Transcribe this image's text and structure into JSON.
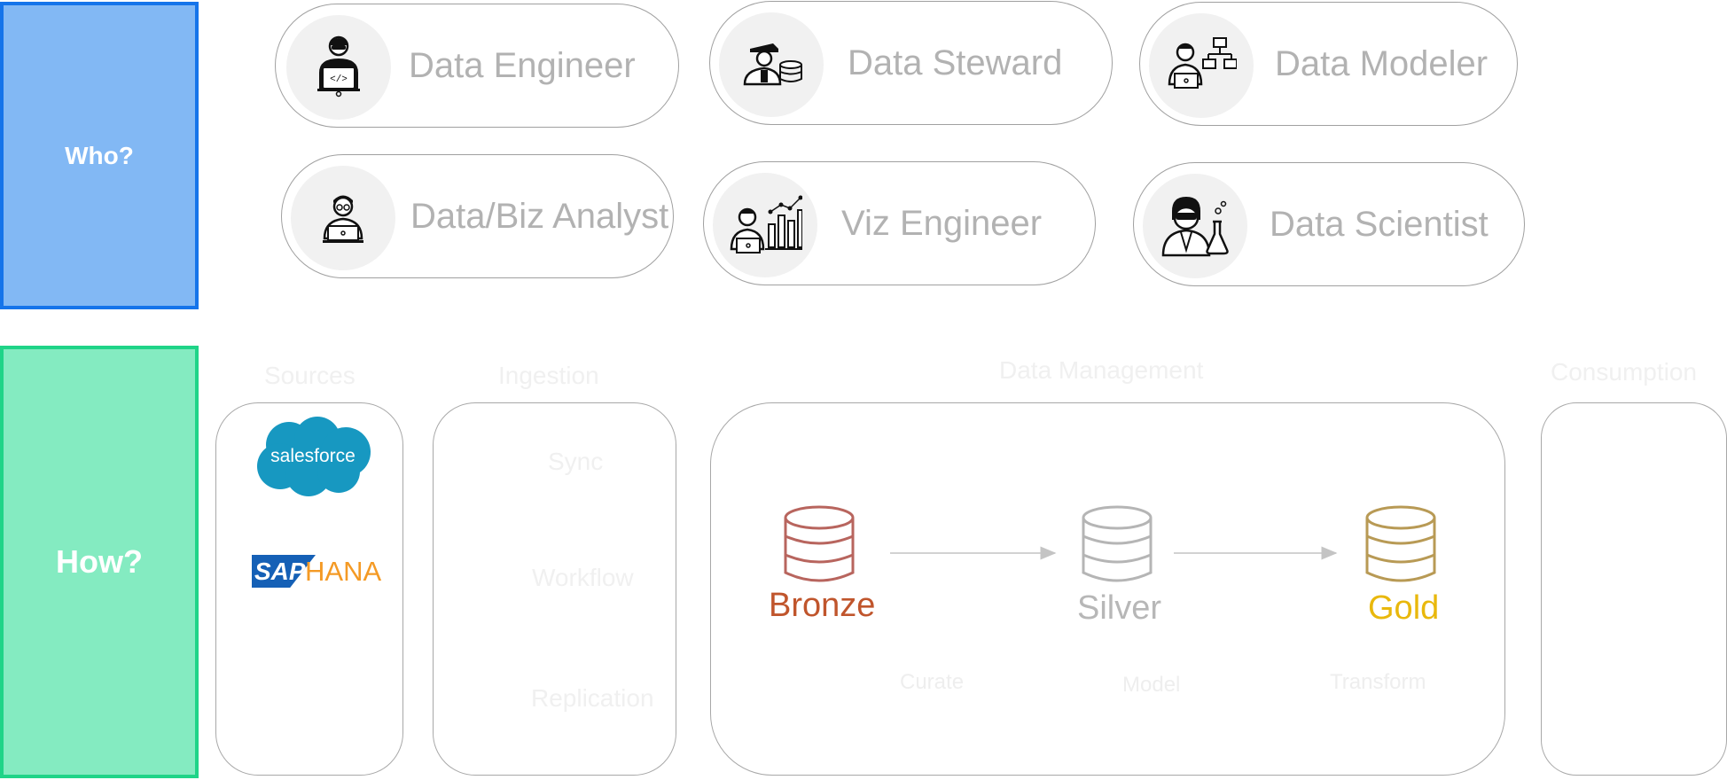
{
  "who": {
    "label": "Who?"
  },
  "how": {
    "label": "How?"
  },
  "roles": [
    {
      "name": "Data Engineer",
      "icon": "data-engineer-icon"
    },
    {
      "name": "Data Steward",
      "icon": "data-steward-icon"
    },
    {
      "name": "Data Modeler",
      "icon": "data-modeler-icon"
    },
    {
      "name": "Data/Biz Analyst",
      "icon": "analyst-icon"
    },
    {
      "name": "Viz Engineer",
      "icon": "viz-engineer-icon"
    },
    {
      "name": "Data Scientist",
      "icon": "data-scientist-icon"
    }
  ],
  "sections": {
    "sources": "Sources",
    "ingestion": "Ingestion",
    "data_management": "Data Management",
    "consumption": "Consumption"
  },
  "sources": {
    "salesforce": "salesforce",
    "sap": "SAP",
    "hana": "HANA"
  },
  "ingestion_items": [
    "Sync",
    "Workflow",
    "Replication"
  ],
  "layers": [
    {
      "name": "Bronze",
      "color": "#c0552c",
      "stroke": "#b8655e"
    },
    {
      "name": "Silver",
      "color": "#b7b7b7",
      "stroke": "#b5b5b5"
    },
    {
      "name": "Gold",
      "color": "#e9b80c",
      "stroke": "#b89a55"
    }
  ],
  "steps": [
    "Curate",
    "Model",
    "Transform"
  ],
  "colors": {
    "who_fill": "#82b8f4",
    "who_border": "#1574ea",
    "how_fill": "#84ebc1",
    "how_border": "#1fd488",
    "salesforce_blue": "#1798c1",
    "sap_blue": "#1560b6",
    "hana_orange": "#f49a25"
  }
}
